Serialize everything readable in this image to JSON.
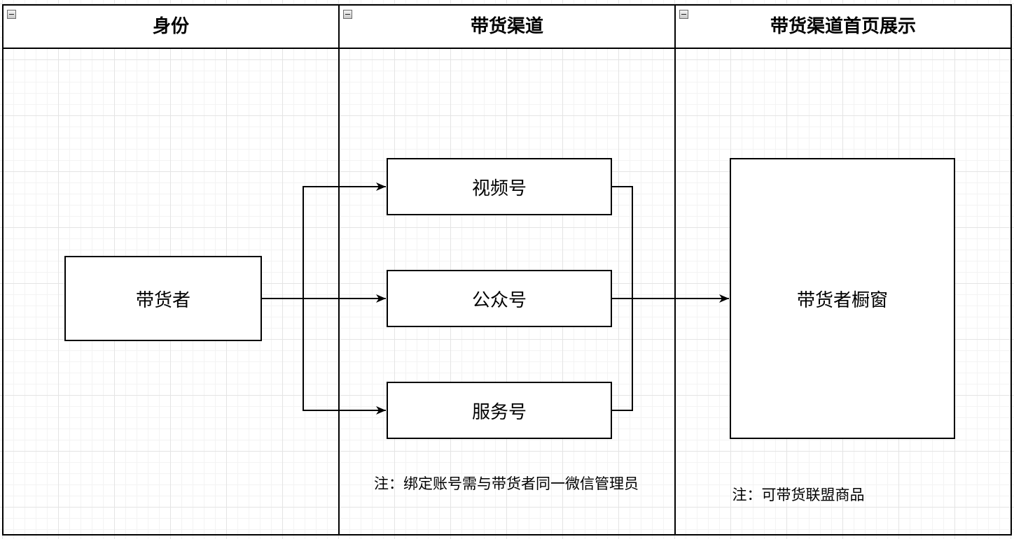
{
  "lanes": [
    {
      "title": "身份"
    },
    {
      "title": "带货渠道"
    },
    {
      "title": "带货渠道首页展示"
    }
  ],
  "nodes": {
    "seller": "带货者",
    "video_account": "视频号",
    "official_account": "公众号",
    "service_account": "服务号",
    "seller_showcase": "带货者橱窗"
  },
  "notes": {
    "binding": "注：绑定账号需与带货者同一微信管理员",
    "showcase": "注：可带货联盟商品"
  },
  "edges": [
    {
      "from": "带货者",
      "to": "视频号"
    },
    {
      "from": "带货者",
      "to": "公众号"
    },
    {
      "from": "带货者",
      "to": "服务号"
    },
    {
      "from": "视频号",
      "to": "带货者橱窗"
    },
    {
      "from": "公众号",
      "to": "带货者橱窗"
    },
    {
      "from": "服务号",
      "to": "带货者橱窗"
    }
  ]
}
